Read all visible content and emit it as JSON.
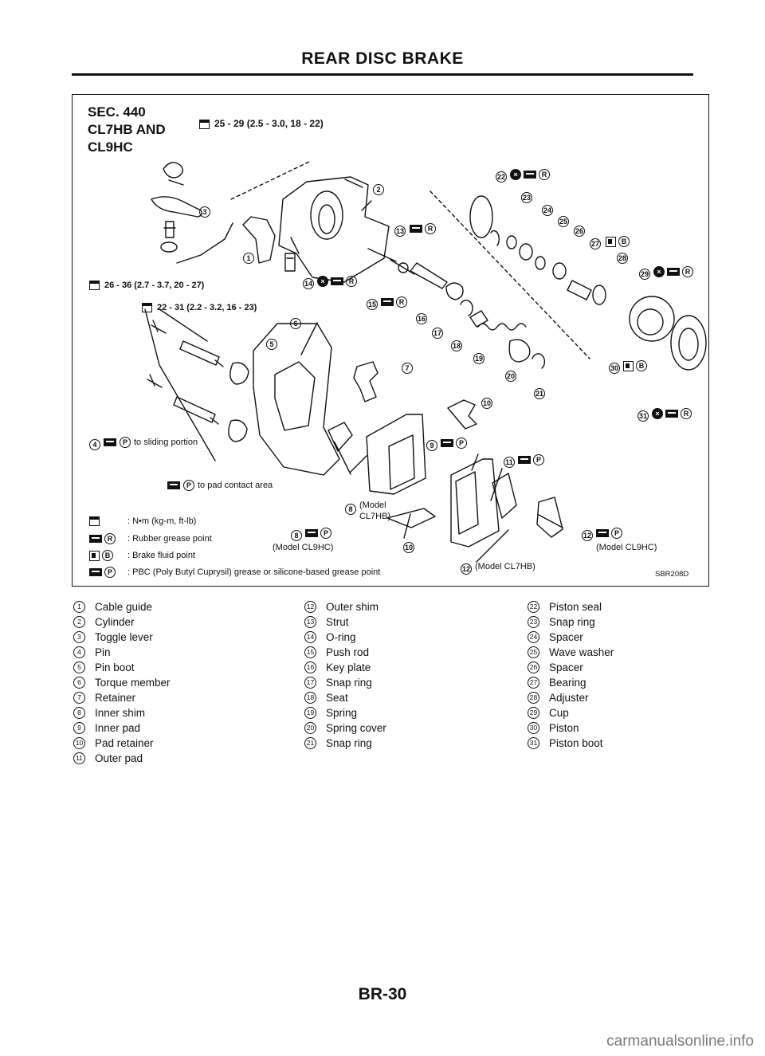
{
  "header": {
    "title": "REAR DISC BRAKE"
  },
  "figure": {
    "section": "SEC. 440",
    "model_line1": "CL7HB AND",
    "model_line2": "CL9HC",
    "torque_main": "25 - 29 (2.5 - 3.0, 18 - 22)",
    "torque_cable": "26 - 36 (2.7 - 3.7, 20 - 27)",
    "torque_pin": "22 - 31 (2.2 - 3.2, 16 - 23)",
    "note_sliding": "to sliding portion",
    "note_pad_contact": "to pad contact area",
    "model_cl7hb_inner": "(Model\nCL7HB)",
    "model_cl9hc_8": "(Model CL9HC)",
    "model_cl9hc_12": "(Model CL9HC)",
    "model_cl7hb_12": "(Model CL7HB)",
    "figure_code": "SBR208D",
    "legend": [
      {
        "symbol": "torque-icon",
        "text": ": N•m (kg-m, ft-lb)"
      },
      {
        "symbol": "grease-R",
        "text": ": Rubber grease point"
      },
      {
        "symbol": "fluid-B",
        "text": ": Brake fluid point"
      },
      {
        "symbol": "grease-P",
        "text": ": PBC (Poly Butyl Cuprysil) grease or silicone-based grease point"
      }
    ],
    "callouts": [
      {
        "n": "1",
        "label": "1"
      },
      {
        "n": "2",
        "label": "2"
      },
      {
        "n": "3",
        "label": "3"
      },
      {
        "n": "4",
        "label": "4"
      },
      {
        "n": "5",
        "label": "5"
      },
      {
        "n": "6",
        "label": "6"
      },
      {
        "n": "7",
        "label": "7"
      },
      {
        "n": "8",
        "label": "8"
      },
      {
        "n": "9",
        "label": "9"
      },
      {
        "n": "10",
        "label": "10"
      },
      {
        "n": "11",
        "label": "11"
      },
      {
        "n": "12",
        "label": "12"
      },
      {
        "n": "13",
        "label": "13"
      },
      {
        "n": "14",
        "label": "14"
      },
      {
        "n": "15",
        "label": "15"
      },
      {
        "n": "16",
        "label": "16"
      },
      {
        "n": "17",
        "label": "17"
      },
      {
        "n": "18",
        "label": "18"
      },
      {
        "n": "19",
        "label": "19"
      },
      {
        "n": "20",
        "label": "20"
      },
      {
        "n": "21",
        "label": "21"
      },
      {
        "n": "22",
        "label": "22"
      },
      {
        "n": "23",
        "label": "23"
      },
      {
        "n": "24",
        "label": "24"
      },
      {
        "n": "25",
        "label": "25"
      },
      {
        "n": "26",
        "label": "26"
      },
      {
        "n": "27",
        "label": "27"
      },
      {
        "n": "28",
        "label": "28"
      },
      {
        "n": "29",
        "label": "29"
      },
      {
        "n": "30",
        "label": "30"
      },
      {
        "n": "31",
        "label": "31"
      }
    ]
  },
  "parts": {
    "col1": [
      {
        "num": "1",
        "name": "Cable guide"
      },
      {
        "num": "2",
        "name": "Cylinder"
      },
      {
        "num": "3",
        "name": "Toggle lever"
      },
      {
        "num": "4",
        "name": "Pin"
      },
      {
        "num": "5",
        "name": "Pin boot"
      },
      {
        "num": "6",
        "name": "Torque member"
      },
      {
        "num": "7",
        "name": "Retainer"
      },
      {
        "num": "8",
        "name": "Inner shim"
      },
      {
        "num": "9",
        "name": "Inner pad"
      },
      {
        "num": "10",
        "name": "Pad retainer"
      },
      {
        "num": "11",
        "name": "Outer pad"
      }
    ],
    "col2": [
      {
        "num": "12",
        "name": "Outer shim"
      },
      {
        "num": "13",
        "name": "Strut"
      },
      {
        "num": "14",
        "name": "O-ring"
      },
      {
        "num": "15",
        "name": "Push rod"
      },
      {
        "num": "16",
        "name": "Key plate"
      },
      {
        "num": "17",
        "name": "Snap ring"
      },
      {
        "num": "18",
        "name": "Seat"
      },
      {
        "num": "19",
        "name": "Spring"
      },
      {
        "num": "20",
        "name": "Spring cover"
      },
      {
        "num": "21",
        "name": "Snap ring"
      }
    ],
    "col3": [
      {
        "num": "22",
        "name": "Piston seal"
      },
      {
        "num": "23",
        "name": "Snap ring"
      },
      {
        "num": "24",
        "name": "Spacer"
      },
      {
        "num": "25",
        "name": "Wave washer"
      },
      {
        "num": "26",
        "name": "Spacer"
      },
      {
        "num": "27",
        "name": "Bearing"
      },
      {
        "num": "28",
        "name": "Adjuster"
      },
      {
        "num": "29",
        "name": "Cup"
      },
      {
        "num": "30",
        "name": "Piston"
      },
      {
        "num": "31",
        "name": "Piston boot"
      }
    ]
  },
  "footer": {
    "page_number": "BR-30",
    "watermark": "carmanualsonline.info"
  }
}
